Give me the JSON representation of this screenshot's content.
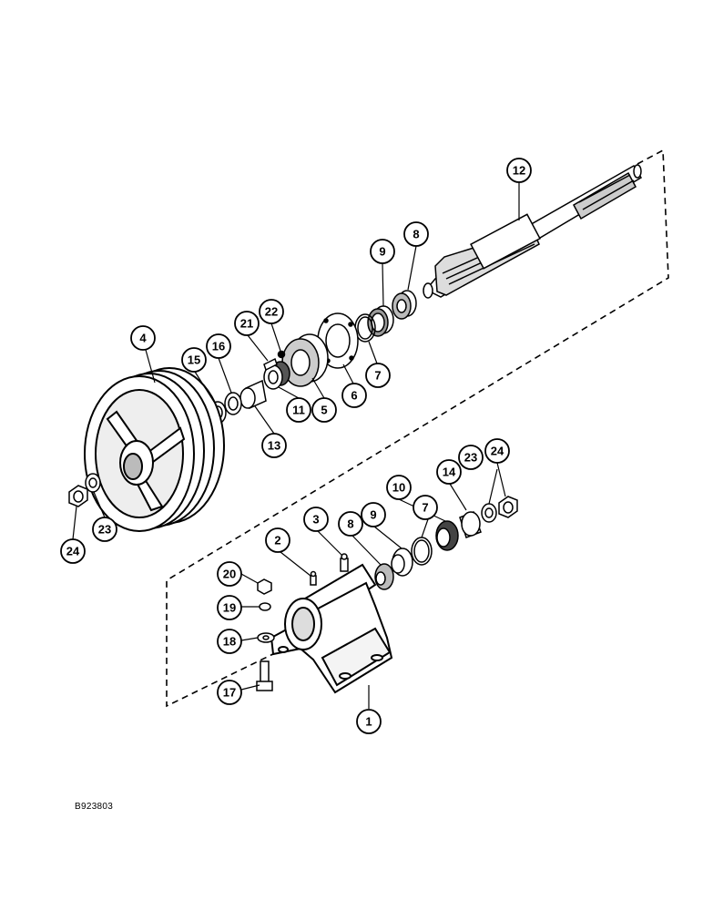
{
  "figure_code": "B923803",
  "callouts": [
    {
      "id": "c1",
      "label": "1"
    },
    {
      "id": "c2",
      "label": "2"
    },
    {
      "id": "c3",
      "label": "3"
    },
    {
      "id": "c4",
      "label": "4"
    },
    {
      "id": "c5",
      "label": "5"
    },
    {
      "id": "c6",
      "label": "6"
    },
    {
      "id": "c7a",
      "label": "7"
    },
    {
      "id": "c7b",
      "label": "7"
    },
    {
      "id": "c8a",
      "label": "8"
    },
    {
      "id": "c8b",
      "label": "8"
    },
    {
      "id": "c9a",
      "label": "9"
    },
    {
      "id": "c9b",
      "label": "9"
    },
    {
      "id": "c10",
      "label": "10"
    },
    {
      "id": "c11",
      "label": "11"
    },
    {
      "id": "c12",
      "label": "12"
    },
    {
      "id": "c13",
      "label": "13"
    },
    {
      "id": "c14",
      "label": "14"
    },
    {
      "id": "c15",
      "label": "15"
    },
    {
      "id": "c16",
      "label": "16"
    },
    {
      "id": "c17",
      "label": "17"
    },
    {
      "id": "c18",
      "label": "18"
    },
    {
      "id": "c19",
      "label": "19"
    },
    {
      "id": "c20",
      "label": "20"
    },
    {
      "id": "c21",
      "label": "21"
    },
    {
      "id": "c22",
      "label": "22"
    },
    {
      "id": "c23a",
      "label": "23"
    },
    {
      "id": "c23b",
      "label": "23"
    },
    {
      "id": "c24a",
      "label": "24"
    },
    {
      "id": "c24b",
      "label": "24"
    }
  ]
}
